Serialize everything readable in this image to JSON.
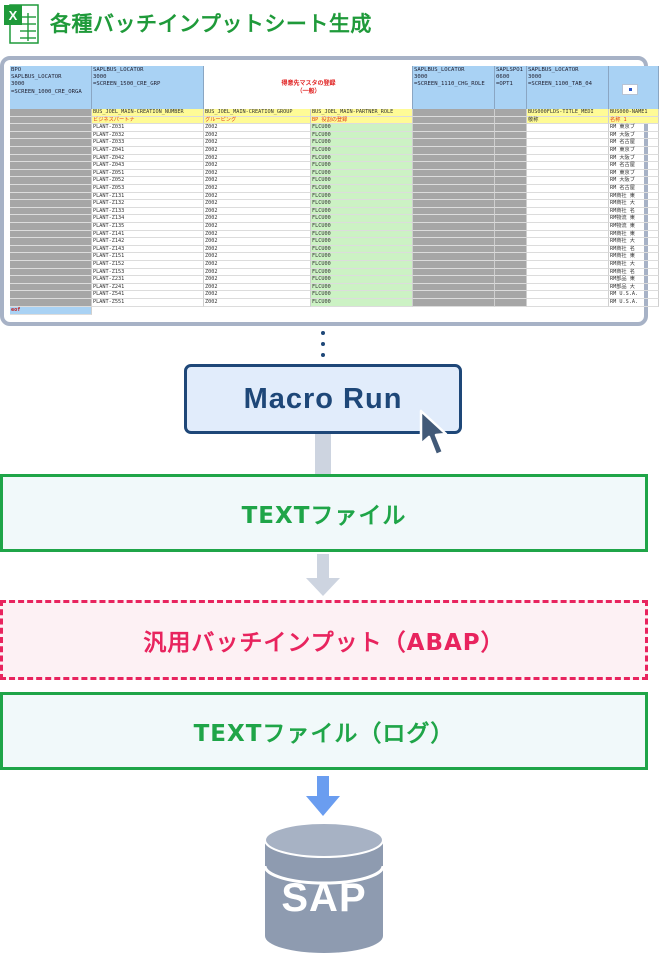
{
  "header": {
    "excel_icon_letter": "X",
    "title": "各種バッチインプットシート生成"
  },
  "sheet": {
    "header_blocks": [
      "BPO\nSAPLBUS_LOCATOR\n3000\n=SCREEN_1000_CRE_ORGA",
      "SAPLBUS_LOCATOR\n3000\n=SCREEN_1500_CRE_GRP",
      "",
      "SAPLBUS_LOCATOR\n3000\n=SCREEN_1110_CHG_ROLE",
      "SAPLSPO1\n0600\n=OPT1",
      "SAPLBUS_LOCATOR\n3000\n=SCREEN_1100_TAB_04",
      ""
    ],
    "mid_title": "得意先マスタの登録\n（一般）",
    "field_names": [
      "",
      "BUS_JOEL_MAIN-CREATION_NUMBER",
      "BUS_JOEL_MAIN-CREATION_GROUP",
      "BUS_JOEL_MAIN-PARTNER_ROLE",
      "",
      "",
      "BUS000FLDS-TITLE_MEDI",
      "BUS000-NAME1"
    ],
    "labels": [
      "",
      "ビジネスパートナ",
      "グルーピング",
      "BP 役割の登録",
      "",
      "",
      "敬称",
      "名称 1"
    ],
    "rows": [
      [
        "PLANT-Z031",
        "Z002",
        "FLCU00",
        "RM 東京ブ"
      ],
      [
        "PLANT-Z032",
        "Z002",
        "FLCU00",
        "RM 大阪ブ"
      ],
      [
        "PLANT-Z033",
        "Z002",
        "FLCU00",
        "RM 名古屋"
      ],
      [
        "PLANT-Z041",
        "Z002",
        "FLCU00",
        "RM 東京ブ"
      ],
      [
        "PLANT-Z042",
        "Z002",
        "FLCU00",
        "RM 大阪ブ"
      ],
      [
        "PLANT-Z043",
        "Z002",
        "FLCU00",
        "RM 名古屋"
      ],
      [
        "PLANT-Z051",
        "Z002",
        "FLCU00",
        "RM 東京ブ"
      ],
      [
        "PLANT-Z052",
        "Z002",
        "FLCU00",
        "RM 大阪ブ"
      ],
      [
        "PLANT-Z053",
        "Z002",
        "FLCU00",
        "RM 名古屋"
      ],
      [
        "PLANT-Z131",
        "Z002",
        "FLCU00",
        "RM商社 東"
      ],
      [
        "PLANT-Z132",
        "Z002",
        "FLCU00",
        "RM商社 大"
      ],
      [
        "PLANT-Z133",
        "Z002",
        "FLCU00",
        "RM商社 名"
      ],
      [
        "PLANT-Z134",
        "Z002",
        "FLCU00",
        "RM物流 東"
      ],
      [
        "PLANT-Z135",
        "Z002",
        "FLCU00",
        "RM物流 東"
      ],
      [
        "PLANT-Z141",
        "Z002",
        "FLCU00",
        "RM商社 東"
      ],
      [
        "PLANT-Z142",
        "Z002",
        "FLCU00",
        "RM商社 大"
      ],
      [
        "PLANT-Z143",
        "Z002",
        "FLCU00",
        "RM商社 名"
      ],
      [
        "PLANT-Z151",
        "Z002",
        "FLCU00",
        "RM商社 東"
      ],
      [
        "PLANT-Z152",
        "Z002",
        "FLCU00",
        "RM商社 大"
      ],
      [
        "PLANT-Z153",
        "Z002",
        "FLCU00",
        "RM商社 名"
      ],
      [
        "PLANT-Z231",
        "Z002",
        "FLCU00",
        "RM部品 東"
      ],
      [
        "PLANT-Z241",
        "Z002",
        "FLCU00",
        "RM部品 大"
      ],
      [
        "PLANT-Z541",
        "Z002",
        "FLCU00",
        "RM U.S.A."
      ],
      [
        "PLANT-Z551",
        "Z002",
        "FLCU00",
        "RM U.S.A."
      ]
    ],
    "eof_label": "eof"
  },
  "flow": {
    "macro_button": "Macro Run",
    "text_file": "TEXTファイル",
    "batch_input": "汎用バッチインプット（ABAP）",
    "text_file_log": "TEXTファイル（ログ）",
    "sap_label": "SAP"
  },
  "colors": {
    "title_green": "#1f9a3a",
    "navy": "#1e4778",
    "green_border": "#1fa548",
    "pink_dashed": "#e8245e",
    "sap_gray": "#8e9bb0"
  }
}
